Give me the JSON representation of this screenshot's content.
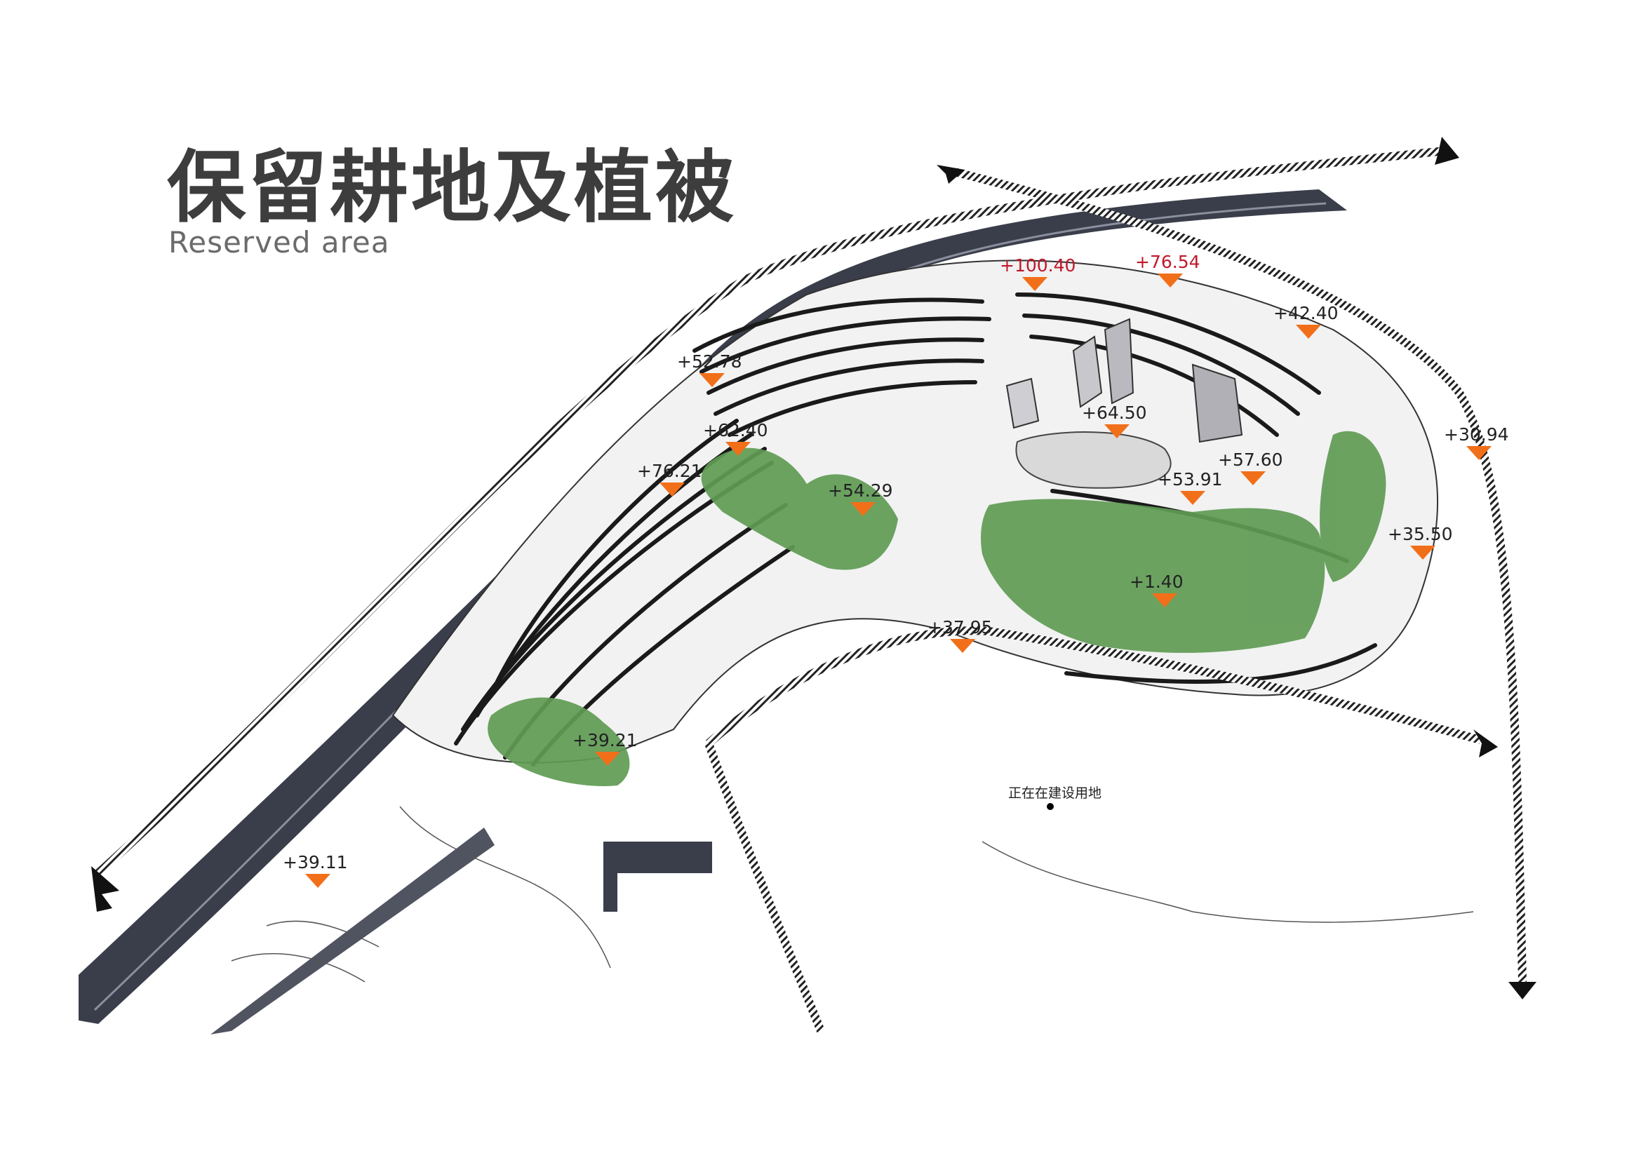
{
  "title": {
    "zh": "保留耕地及植被",
    "en": "Reserved area"
  },
  "colors": {
    "vegetation": "#5f9b54",
    "marker": "#f26f1a",
    "road": "#3a3d4a",
    "contour": "#1a1a1a",
    "highlight_text": "#c0182a"
  },
  "elevation_markers": [
    {
      "id": "e1",
      "label": "+100.40",
      "highlight": true
    },
    {
      "id": "e2",
      "label": "+76.54",
      "highlight": true
    },
    {
      "id": "e3",
      "label": "+42.40",
      "highlight": false
    },
    {
      "id": "e4",
      "label": "+52.78",
      "highlight": false
    },
    {
      "id": "e5",
      "label": "+64.50",
      "highlight": false
    },
    {
      "id": "e6",
      "label": "+30.94",
      "highlight": false
    },
    {
      "id": "e7",
      "label": "+62.40",
      "highlight": false
    },
    {
      "id": "e8",
      "label": "+76.21",
      "highlight": false
    },
    {
      "id": "e9",
      "label": "+57.60",
      "highlight": false
    },
    {
      "id": "e10",
      "label": "+54.29",
      "highlight": false
    },
    {
      "id": "e11",
      "label": "+53.91",
      "highlight": false
    },
    {
      "id": "e12",
      "label": "+35.50",
      "highlight": false
    },
    {
      "id": "e13",
      "label": "+1.40",
      "highlight": false
    },
    {
      "id": "e14",
      "label": "+37.95",
      "highlight": false
    },
    {
      "id": "e15",
      "label": "+39.21",
      "highlight": false
    },
    {
      "id": "e16",
      "label": "+39.11",
      "highlight": false
    }
  ],
  "site_note": "正在在建设用地",
  "icons": [
    "direction-arrow-icon",
    "elevation-marker-icon"
  ]
}
